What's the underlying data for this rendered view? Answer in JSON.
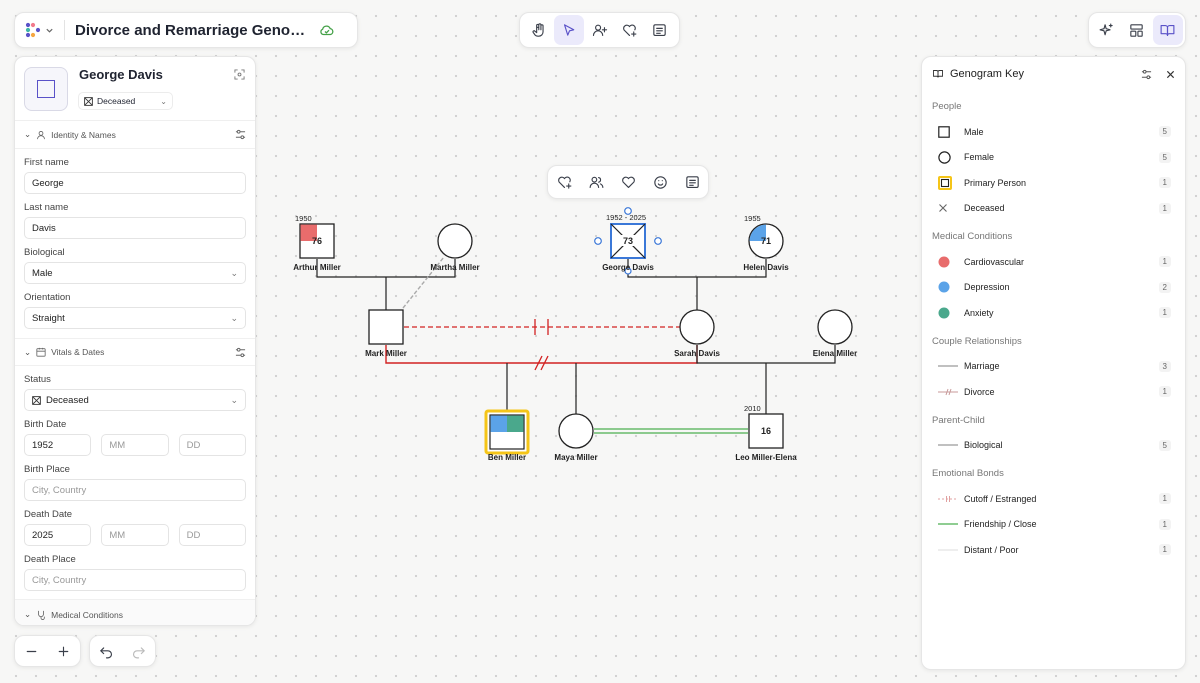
{
  "app": {
    "title": "Divorce and Remarriage Genogram..."
  },
  "toolbar": {
    "tools": [
      "hand-tool",
      "select-tool",
      "add-person",
      "add-relationship",
      "add-note"
    ],
    "active": "select-tool"
  },
  "person_panel": {
    "name": "George Davis",
    "status_chip": "Deceased",
    "sections": {
      "identity": "Identity & Names",
      "vitals": "Vitals & Dates",
      "medical": "Medical Conditions"
    },
    "fields": {
      "first_name_label": "First name",
      "first_name": "George",
      "last_name_label": "Last name",
      "last_name": "Davis",
      "biological_label": "Biological",
      "biological": "Male",
      "orientation_label": "Orientation",
      "orientation": "Straight",
      "status_label": "Status",
      "status": "Deceased",
      "birth_date_label": "Birth Date",
      "birth_year": "1952",
      "birth_month_ph": "MM",
      "birth_day_ph": "DD",
      "birth_place_label": "Birth Place",
      "birth_place_ph": "City, Country",
      "death_date_label": "Death Date",
      "death_year": "2025",
      "death_month_ph": "MM",
      "death_day_ph": "DD",
      "death_place_label": "Death Place",
      "death_place_ph": "City, Country"
    }
  },
  "genogram": {
    "people": {
      "arthur": {
        "name": "Arthur Miller",
        "year": "1950",
        "age": "76"
      },
      "martha": {
        "name": "Martha Miller"
      },
      "george": {
        "name": "George Davis",
        "years": "1952 - 2025",
        "age": "73"
      },
      "helen": {
        "name": "Helen Davis",
        "year": "1955",
        "age": "71"
      },
      "mark": {
        "name": "Mark Miller"
      },
      "sarah": {
        "name": "Sarah Davis"
      },
      "elena": {
        "name": "Elena Miller"
      },
      "ben": {
        "name": "Ben Miller"
      },
      "maya": {
        "name": "Maya Miller"
      },
      "leo": {
        "name": "Leo Miller-Elena",
        "year": "2010",
        "age": "16"
      }
    }
  },
  "key": {
    "title": "Genogram Key",
    "categories": [
      {
        "name": "People",
        "items": [
          {
            "label": "Male",
            "count": "5",
            "symbol": "square"
          },
          {
            "label": "Female",
            "count": "5",
            "symbol": "circle"
          },
          {
            "label": "Primary Person",
            "count": "1",
            "symbol": "primary"
          },
          {
            "label": "Deceased",
            "count": "1",
            "symbol": "cross"
          }
        ]
      },
      {
        "name": "Medical Conditions",
        "items": [
          {
            "label": "Cardiovascular",
            "count": "1",
            "symbol": "dot",
            "color": "#e86c6c"
          },
          {
            "label": "Depression",
            "count": "2",
            "symbol": "dot",
            "color": "#5ba3e8"
          },
          {
            "label": "Anxiety",
            "count": "1",
            "symbol": "dot",
            "color": "#4aa88c"
          }
        ]
      },
      {
        "name": "Couple Relationships",
        "items": [
          {
            "label": "Marriage",
            "count": "3",
            "symbol": "line",
            "color": "#9a9a9a"
          },
          {
            "label": "Divorce",
            "count": "1",
            "symbol": "divorce",
            "color": "#c89a9a"
          }
        ]
      },
      {
        "name": "Parent-Child",
        "items": [
          {
            "label": "Biological",
            "count": "5",
            "symbol": "line",
            "color": "#9a9a9a"
          }
        ]
      },
      {
        "name": "Emotional Bonds",
        "items": [
          {
            "label": "Cutoff / Estranged",
            "count": "1",
            "symbol": "cutoff",
            "color": "#e0a0a0"
          },
          {
            "label": "Friendship / Close",
            "count": "1",
            "symbol": "line",
            "color": "#4caf50"
          },
          {
            "label": "Distant / Poor",
            "count": "1",
            "symbol": "line",
            "color": "#e3e3e3"
          }
        ]
      }
    ]
  },
  "colors": {
    "accent": "#5a52c8",
    "marriage": "#d22222",
    "cardiovascular": "#e86c6c",
    "depression": "#5ba3e8",
    "anxiety": "#4aa88c",
    "primary_highlight": "#f5c518",
    "selection": "#3b78d8",
    "friendship": "#4caf50"
  }
}
